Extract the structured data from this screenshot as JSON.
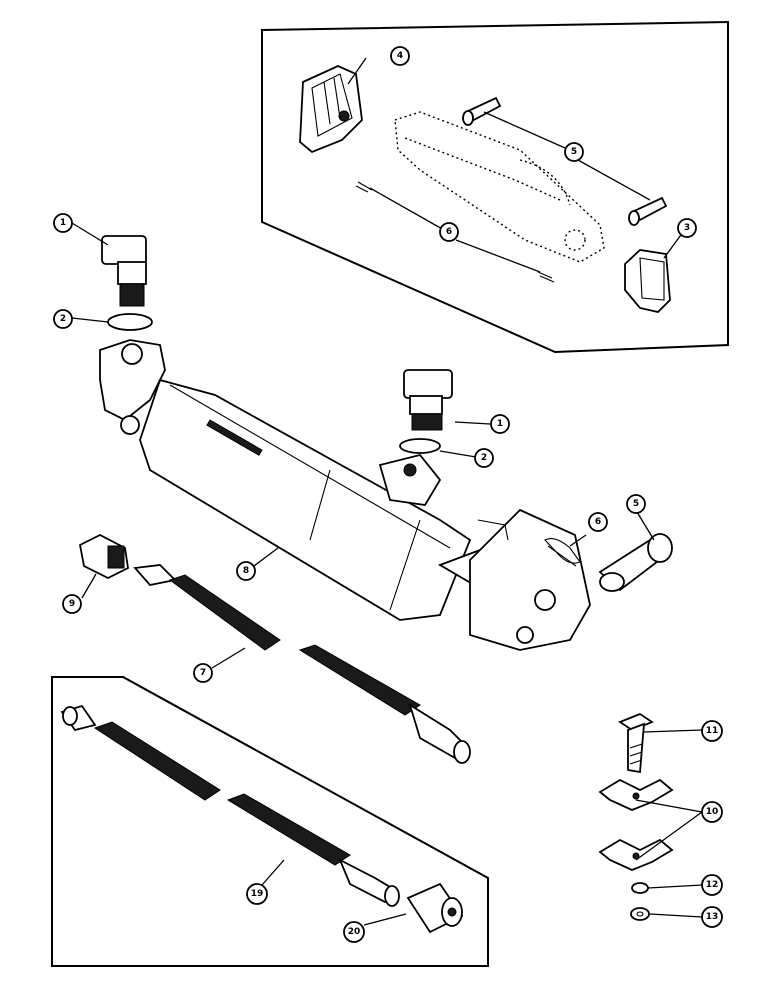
{
  "diagram": {
    "callouts": [
      {
        "id": "c1a",
        "label": "1"
      },
      {
        "id": "c2a",
        "label": "2"
      },
      {
        "id": "c3",
        "label": "3"
      },
      {
        "id": "c4",
        "label": "4"
      },
      {
        "id": "c5a",
        "label": "5"
      },
      {
        "id": "c6a",
        "label": "6"
      },
      {
        "id": "c1b",
        "label": "1"
      },
      {
        "id": "c2b",
        "label": "2"
      },
      {
        "id": "c6b",
        "label": "6"
      },
      {
        "id": "c5b",
        "label": "5"
      },
      {
        "id": "c8",
        "label": "8"
      },
      {
        "id": "c9",
        "label": "9"
      },
      {
        "id": "c7",
        "label": "7"
      },
      {
        "id": "c11",
        "label": "11"
      },
      {
        "id": "c10",
        "label": "10"
      },
      {
        "id": "c12",
        "label": "12"
      },
      {
        "id": "c13",
        "label": "13"
      },
      {
        "id": "c19",
        "label": "19"
      },
      {
        "id": "c20",
        "label": "20"
      }
    ]
  }
}
